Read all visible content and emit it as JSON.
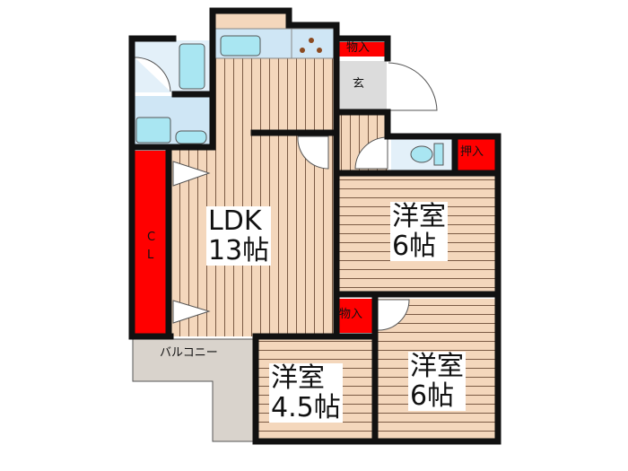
{
  "rooms": {
    "ldk": {
      "name": "LDK",
      "size": "13帖"
    },
    "western_room_upper": {
      "name": "洋室",
      "size": "6帖"
    },
    "western_room_lower_right": {
      "name": "洋室",
      "size": "6帖"
    },
    "western_room_lower_mid": {
      "name": "洋室",
      "size": "4.5帖"
    },
    "entrance": "玄",
    "closet_cl": "C\nL",
    "storage_top": "物入",
    "storage_mid": "物入",
    "oshiire": "押入",
    "balcony": "バルコニー"
  },
  "colors": {
    "wall": "#111111",
    "floor": "#f4d7bc",
    "floor_line": "#7b5b45",
    "storage": "#ff0000",
    "wet": "#cfe6f5",
    "fixture": "#a9e6f2",
    "entrance": "#dcdcdc",
    "balcony": "#d9d3cc"
  }
}
